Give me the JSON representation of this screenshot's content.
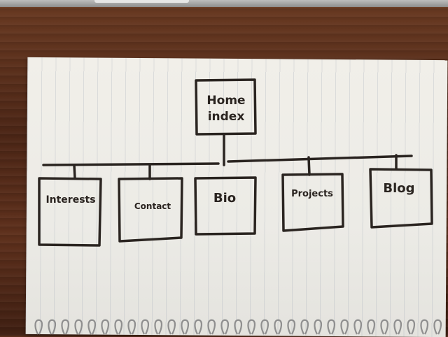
{
  "diagram": {
    "root": {
      "line1": "Home",
      "line2": "index"
    },
    "children": [
      {
        "label": "Interests"
      },
      {
        "label": "Contact"
      },
      {
        "label": "Bio"
      },
      {
        "label": "Projects"
      },
      {
        "label": "Blog"
      }
    ]
  },
  "colors": {
    "ink": "#2a2420",
    "paper": "#efede7",
    "rule_lines": "#a8b0c0",
    "desk": "#5a2e1a"
  },
  "icons": [
    "spiral-binding-icon"
  ]
}
